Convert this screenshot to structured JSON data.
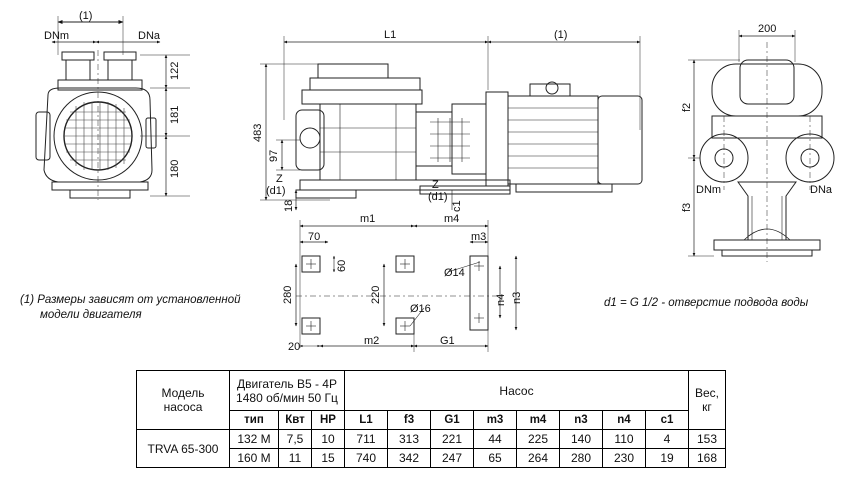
{
  "dimensions": {
    "left_view": {
      "dn_width": "(1)",
      "dn_m": "DNm",
      "dn_a": "DNa",
      "h1": "122",
      "h2": "181",
      "h3": "180"
    },
    "center_view": {
      "length": "L1",
      "motor": "(1)",
      "height": "483",
      "shaft": "97",
      "z_left": "Z",
      "d1_left": "(d1)",
      "base": "18",
      "z_right": "Z",
      "d1_right": "(d1)",
      "c1": "c1"
    },
    "right_view": {
      "width": "200",
      "f2": "f2",
      "f3": "f3",
      "dn_m": "DNm",
      "dn_a": "DNa"
    },
    "base_plan": {
      "m1": "m1",
      "m4": "m4",
      "m3": "m3",
      "d70": "70",
      "d60": "60",
      "d280": "280",
      "d220": "220",
      "hole14": "Ø14",
      "hole16": "Ø16",
      "n4": "n4",
      "n3": "n3",
      "d20": "20",
      "m2": "m2",
      "g1": "G1"
    }
  },
  "notes": {
    "footnote_line1": "(1) Размеры зависят от установленной",
    "footnote_line2": "модели двигателя",
    "water_inlet": "d1 = G 1/2 - отверстие подвода воды"
  },
  "table": {
    "model_header_line1": "Модель",
    "model_header_line2": "насоса",
    "motor_header_line1": "Двигатель B5  - 4P",
    "motor_header_line2": "1480 об/мин 50 Гц",
    "pump_header": "Насос",
    "weight_header_line1": "Вес,",
    "weight_header_line2": "кг",
    "columns": [
      "тип",
      "Квт",
      "HP",
      "L1",
      "f3",
      "G1",
      "m3",
      "m4",
      "n3",
      "n4",
      "c1"
    ],
    "model": "TRVA 65-300",
    "rows": [
      [
        "132 M",
        "7,5",
        "10",
        "711",
        "313",
        "221",
        "44",
        "225",
        "140",
        "110",
        "4",
        "153"
      ],
      [
        "160 M",
        "11",
        "15",
        "740",
        "342",
        "247",
        "65",
        "264",
        "280",
        "230",
        "19",
        "168"
      ]
    ]
  }
}
